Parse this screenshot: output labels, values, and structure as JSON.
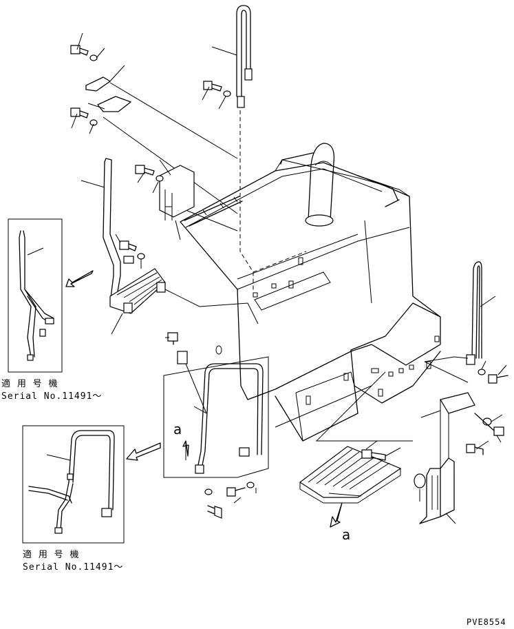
{
  "inset_notes": [
    {
      "applicability": "適 用 号 機",
      "serial": "Serial No.11491～"
    },
    {
      "applicability": "適 用 号 機",
      "serial": "Serial No.11491～"
    }
  ],
  "view_markers": [
    "a",
    "a"
  ],
  "drawing_code": "PVE8554"
}
